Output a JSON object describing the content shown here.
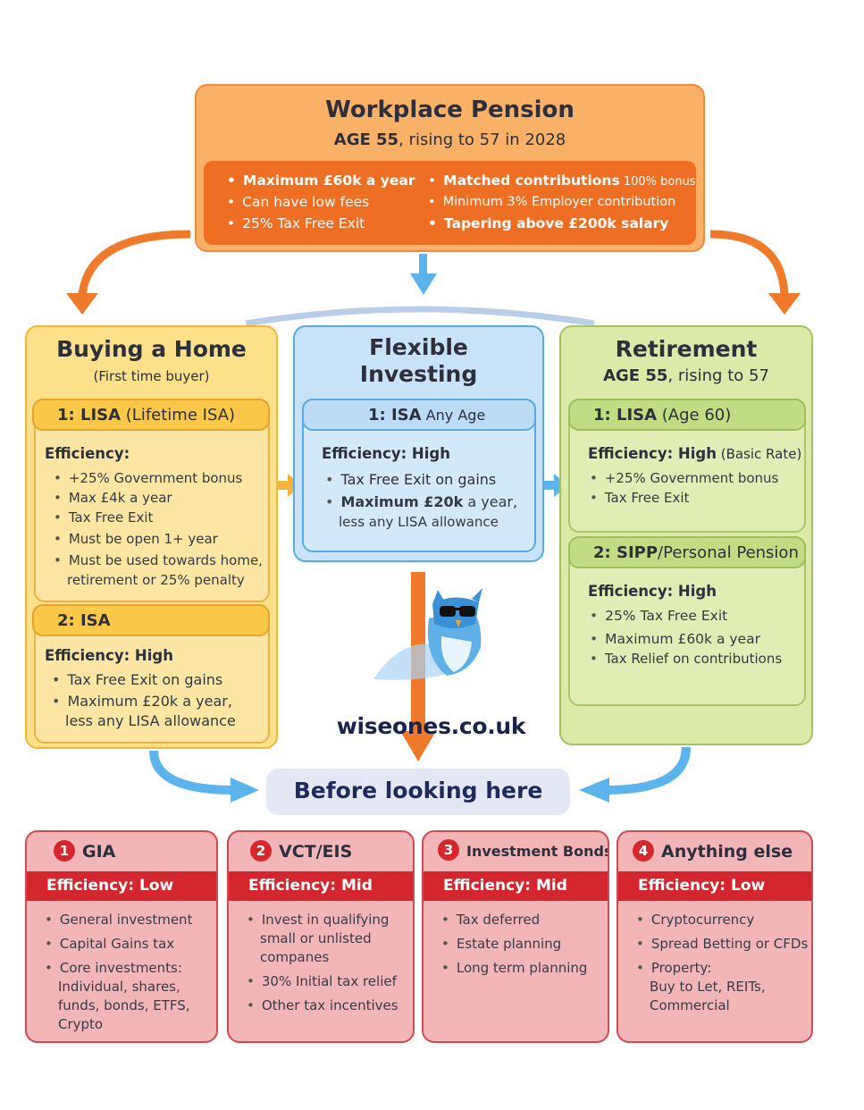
{
  "workplace": {
    "title": "Workplace Pension",
    "age_bold": "AGE 55",
    "age_rest": ", rising to 57 in 2028",
    "left": [
      "Maximum £60k a year",
      "Can have low fees",
      "25% Tax Free Exit"
    ],
    "right_1_bold": "Matched contributions",
    "right_1_small": " 100% bonus",
    "right_2": "Minimum 3% Employer contribution",
    "right_3": "Tapering above £200k salary"
  },
  "home": {
    "title": "Buying a Home",
    "subtitle": "(First time buyer)",
    "lisa": {
      "label_bold": "1: LISA",
      "label_rest": " (Lifetime ISA)",
      "efficiency": "Efficiency:",
      "bullets": [
        "+25% Government bonus",
        "Max £4k a year",
        "Tax Free Exit",
        "Must be open 1+ year",
        "Must be used towards home,"
      ],
      "bullet_cont": "retirement or 25% penalty"
    },
    "isa": {
      "label": "2: ISA",
      "efficiency": "Efficiency: High",
      "bullets": [
        "Tax Free Exit on gains",
        "Maximum £20k a year,"
      ],
      "bullet_cont": "less any LISA allowance"
    }
  },
  "flexible": {
    "title_1": "Flexible",
    "title_2": "Investing",
    "isa": {
      "label_bold": "1: ISA",
      "label_rest": " Any Age",
      "efficiency": "Efficiency: High",
      "bullet_1": "Tax Free Exit on gains",
      "bullet_2_bold": "Maximum £20k",
      "bullet_2_rest": " a year,",
      "bullet_cont": "less any LISA allowance"
    }
  },
  "retirement": {
    "title": "Retirement",
    "age_bold": "AGE 55",
    "age_rest": ", rising to 57",
    "lisa": {
      "label_bold": "1: LISA",
      "label_rest": " (Age 60)",
      "efficiency_bold": "Efficiency: High",
      "efficiency_rest": " (Basic Rate)",
      "bullets": [
        "+25% Government bonus",
        "Tax Free Exit"
      ]
    },
    "sipp": {
      "label_bold": "2: SIPP",
      "label_rest": "/Personal Pension",
      "efficiency": "Efficiency: High",
      "bullets": [
        "25% Tax Free Exit",
        "Maximum £60k a year",
        "Tax Relief on contributions"
      ]
    }
  },
  "site": "wiseones.co.uk",
  "before": "Before looking here",
  "bottom": [
    {
      "num": "1",
      "title": "GIA",
      "efficiency": "Efficiency: Low",
      "lines": [
        [
          "General investment"
        ],
        [
          "Capital Gains tax"
        ],
        [
          "Core investments:",
          "Individual, shares,",
          "funds, bonds, ETFS,",
          "Crypto"
        ]
      ]
    },
    {
      "num": "2",
      "title": "VCT/EIS",
      "efficiency": "Efficiency: Mid",
      "lines": [
        [
          "Invest in qualifying",
          "small or unlisted",
          "companes"
        ],
        [
          "30% Initial tax relief"
        ],
        [
          "Other tax incentives"
        ]
      ]
    },
    {
      "num": "3",
      "title": "Investment Bonds",
      "efficiency": "Efficiency: Mid",
      "lines": [
        [
          "Tax deferred"
        ],
        [
          "Estate planning"
        ],
        [
          "Long term planning"
        ]
      ]
    },
    {
      "num": "4",
      "title": "Anything else",
      "efficiency": "Efficiency: Low",
      "lines": [
        [
          "Cryptocurrency"
        ],
        [
          "Spread Betting or CFDs"
        ],
        [
          "Property:",
          "Buy to Let, REITs,",
          "Commercial"
        ]
      ]
    }
  ],
  "colors": {
    "pension": "#ee6f24",
    "home": "#fbc84a",
    "flexible": "#5aa9e0",
    "retirement": "#9dbf5e",
    "bottom_accent": "#d3262f",
    "navy": "#1f2b5c"
  },
  "icons": [
    "owl-mascot-icon",
    "sunglasses-icon"
  ]
}
